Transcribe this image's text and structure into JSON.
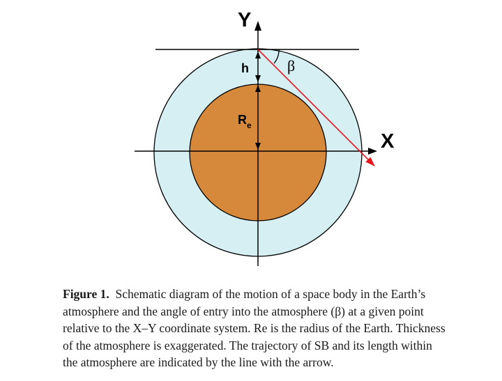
{
  "diagram": {
    "labels": {
      "y_axis": "Y",
      "x_axis": "X",
      "h": "h",
      "re_main": "R",
      "re_sub": "e",
      "beta": "β"
    },
    "colors": {
      "atmosphere": "#d5eff3",
      "earth": "#d6893a",
      "trajectory": "#e8141c",
      "lines": "#000000"
    }
  },
  "caption": {
    "label": "Figure 1.",
    "lines": [
      "Schematic diagram of the motion of a space body in the Earth’s",
      "atmosphere and the angle of entry into the atmosphere (β) at a given point",
      "relative to the X–Y coordinate system. Re is the radius of the Earth. Thickness",
      "of the atmosphere is exaggerated. The trajectory of SB and its length within",
      "the atmosphere are indicated by the line with the arrow."
    ]
  }
}
